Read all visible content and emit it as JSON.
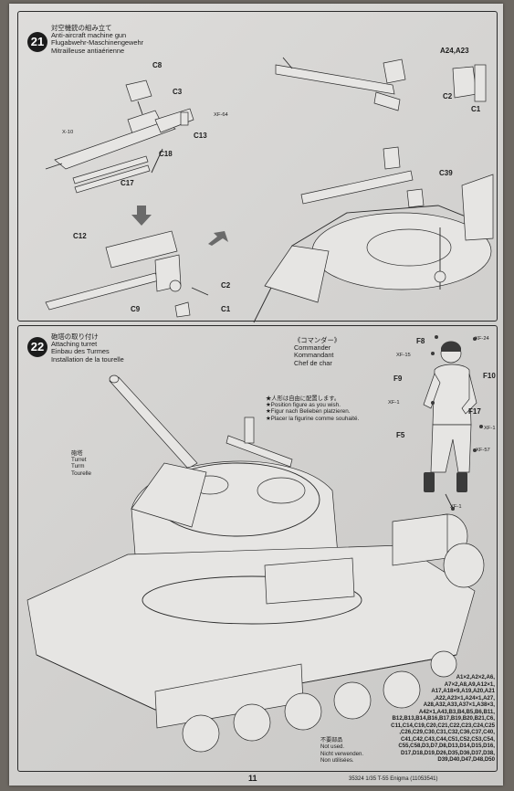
{
  "step21": {
    "number": "21",
    "title": [
      "対空機銃の組み立て",
      "Anti-aircraft machine gun",
      "Flugabwehr-Maschinengewehr",
      "Mitrailleuse antiaérienne"
    ],
    "parts": {
      "c8": "C8",
      "c3": "C3",
      "xf64": "XF-64",
      "x10": "X-10",
      "c13": "C13",
      "c18": "C18",
      "c17": "C17",
      "a24a23": "A24,A23",
      "c2": "C2",
      "c1": "C1",
      "c39": "C39",
      "c12": "C12",
      "c2b": "C2",
      "c9": "C9",
      "c1b": "C1"
    }
  },
  "step22": {
    "number": "22",
    "title": [
      "砲塔の取り付け",
      "Attaching turret",
      "Einbau des Turmes",
      "Installation de la tourelle"
    ],
    "commander": [
      "《コマンダー》",
      "Commander",
      "Kommandant",
      "Chef de char"
    ],
    "position_note": [
      "★人形は自由に配置します。",
      "★Position figure as you wish.",
      "★Figur nach Belieben platzieren.",
      "★Placer la figurine comme souhaité."
    ],
    "turret_label": [
      "砲塔",
      "Turret",
      "Turm",
      "Tourelle"
    ],
    "parts": {
      "f8": "F8",
      "xf24": "XF-24",
      "xf15": "XF-15",
      "f9": "F9",
      "f10": "F10",
      "xf1a": "XF-1",
      "f17": "F17",
      "xf1b": "XF-1",
      "f5": "F5",
      "xf57": "XF-57",
      "xf1c": "XF-1"
    },
    "parts_list": [
      "A1×2,A2×2,A6,",
      "A7×2,A8,A9,A12×1,",
      "A17,A18×9,A19,A20,A21",
      ",A22,A23×1,A24×1,A27,",
      "A28,A32,A33,A37×1,A38×3,",
      "A42×1,A43,B3,B4,B5,B6,B11,",
      "B12,B13,B14,B16,B17,B19,B20,B21,C6,",
      "C11,C14,C19,C20,C21,C22,C23,C24,C25",
      ",C26,C29,C30,C31,C32,C36,C37,C40,",
      "C41,C42,C43,C44,C51,C52,C53,C54,",
      "C55,C58,D3,D7,D8,D13,D14,D15,D16,",
      "D17,D18,D19,D26,D35,D36,D37,D38,",
      "D39,D40,D47,D48,D50"
    ],
    "unused_label": [
      "不要部品",
      "Not used.",
      "Nicht verwenden.",
      "Non utilisées."
    ]
  },
  "page_number": "11",
  "footer": "35324  1/35 T-55 Enigma (11053541)"
}
